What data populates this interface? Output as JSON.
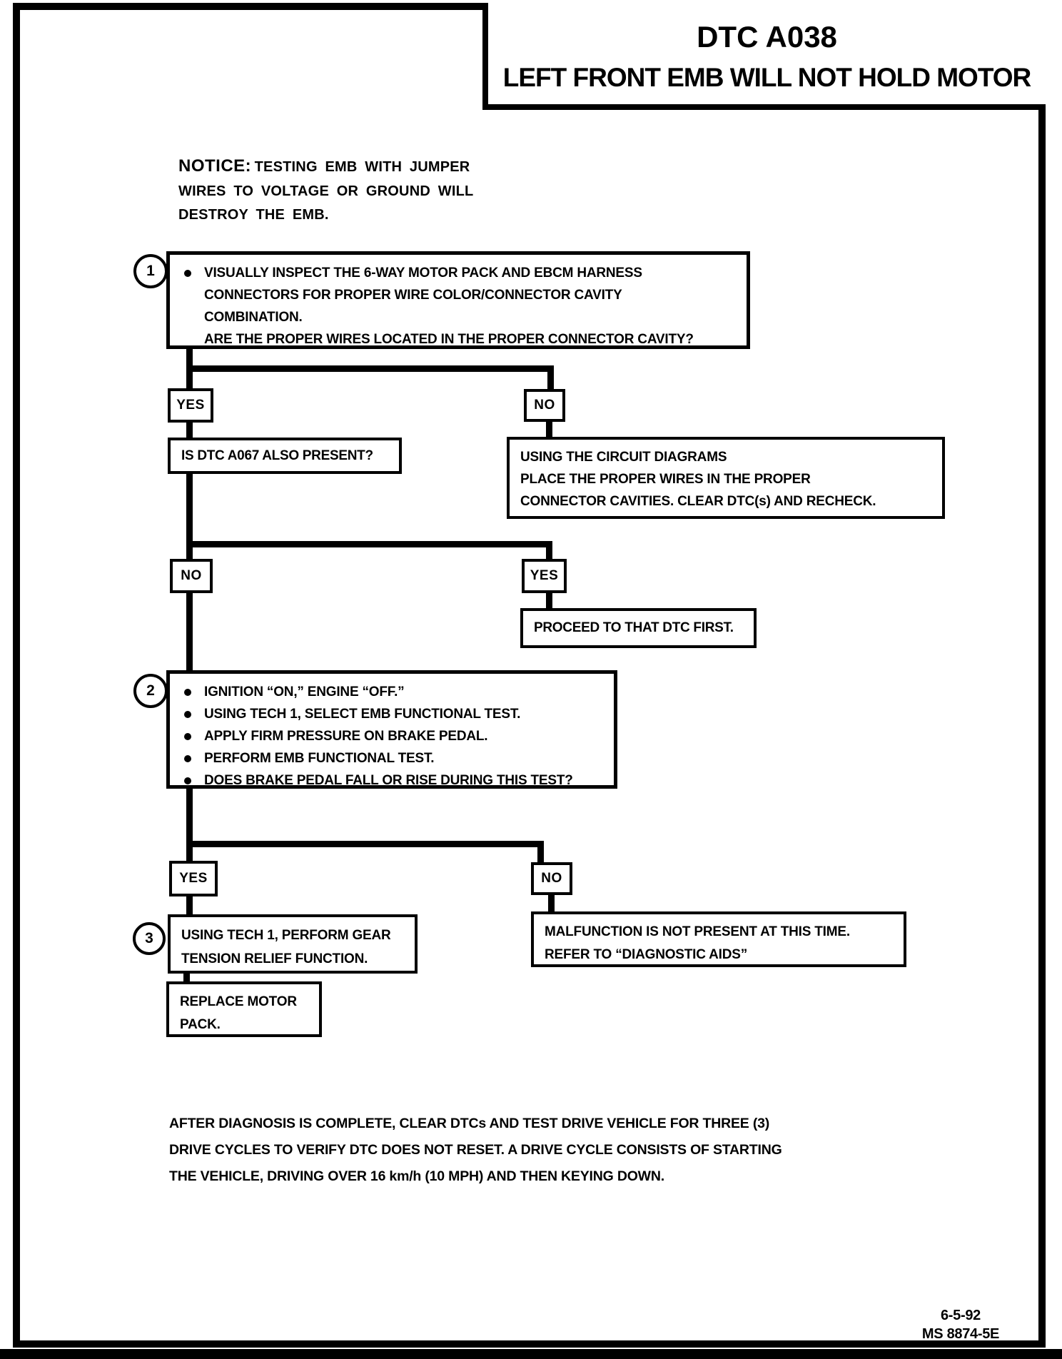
{
  "header": {
    "dtc_code": "DTC A038",
    "dtc_title": "LEFT FRONT EMB WILL NOT HOLD MOTOR"
  },
  "notice": {
    "label": "NOTICE:",
    "lines": [
      "TESTING EMB WITH JUMPER",
      "WIRES TO VOLTAGE OR GROUND WILL",
      "DESTROY THE EMB."
    ]
  },
  "flowchart": {
    "step1": {
      "number": "1",
      "lines": [
        "VISUALLY INSPECT THE 6-WAY MOTOR PACK AND EBCM HARNESS",
        "CONNECTORS FOR PROPER WIRE COLOR/CONNECTOR CAVITY",
        "COMBINATION.",
        "ARE THE PROPER WIRES LOCATED IN THE PROPER CONNECTOR CAVITY?"
      ]
    },
    "branch1": {
      "yes": "YES",
      "no": "NO"
    },
    "dtc_check_box": "IS DTC A067 ALSO PRESENT?",
    "circuit_fix_box": {
      "lines": [
        "USING THE CIRCUIT DIAGRAMS",
        "PLACE THE PROPER WIRES IN THE PROPER",
        "CONNECTOR CAVITIES.  CLEAR DTC(s) AND RECHECK."
      ]
    },
    "branch2": {
      "no": "NO",
      "yes": "YES"
    },
    "proceed_box": "PROCEED TO THAT DTC FIRST.",
    "step2": {
      "number": "2",
      "bullets": [
        "IGNITION “ON,” ENGINE “OFF.”",
        "USING TECH 1, SELECT EMB FUNCTIONAL TEST.",
        "APPLY FIRM PRESSURE ON BRAKE PEDAL.",
        "PERFORM EMB FUNCTIONAL TEST.",
        "DOES BRAKE PEDAL FALL OR RISE DURING THIS TEST?"
      ]
    },
    "branch3": {
      "yes": "YES",
      "no": "NO"
    },
    "step3": {
      "number": "3",
      "lines": [
        "USING TECH 1, PERFORM GEAR",
        "TENSION RELIEF FUNCTION."
      ]
    },
    "malfunction_box": {
      "lines": [
        "MALFUNCTION IS NOT PRESENT AT THIS TIME.",
        "REFER TO “DIAGNOSTIC AIDS”"
      ]
    },
    "replace_box": {
      "lines": [
        "REPLACE MOTOR",
        "PACK."
      ]
    }
  },
  "closing": {
    "lines": [
      "AFTER DIAGNOSIS IS COMPLETE, CLEAR DTCs AND TEST DRIVE VEHICLE FOR THREE (3)",
      "DRIVE CYCLES TO VERIFY DTC DOES NOT RESET.  A DRIVE CYCLE CONSISTS OF STARTING",
      "THE VEHICLE, DRIVING OVER 16 km/h (10 MPH) AND THEN KEYING DOWN."
    ]
  },
  "footer": {
    "date": "6-5-92",
    "doc_number": "MS 8874-5E"
  },
  "colors": {
    "ink": "#000000",
    "paper": "#ffffff"
  }
}
